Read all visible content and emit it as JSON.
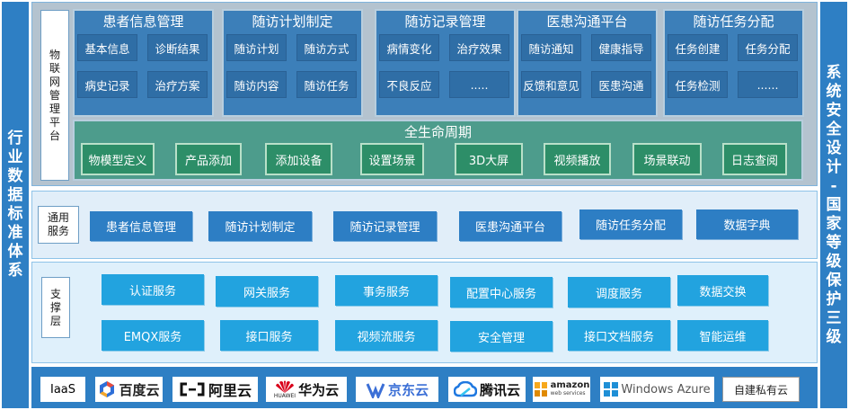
{
  "left_bar": "行业数据标准体系",
  "right_bar": "系统安全设计 - 国家等级保护三级",
  "iot": {
    "label": "物联网管理平台",
    "modules": [
      {
        "title": "患者信息管理",
        "items": [
          "基本信息",
          "诊断结果",
          "病史记录",
          "治疗方案"
        ]
      },
      {
        "title": "随访计划制定",
        "items": [
          "随访计划",
          "随访方式",
          "随访内容",
          "随访任务"
        ]
      },
      {
        "title": "随访记录管理",
        "items": [
          "病情变化",
          "治疗效果",
          "不良反应",
          "....."
        ]
      },
      {
        "title": "医患沟通平台",
        "items": [
          "随访通知",
          "健康指导",
          "反馈和意见",
          "医患沟通"
        ]
      },
      {
        "title": "随访任务分配",
        "items": [
          "任务创建",
          "任务分配",
          "任务检测",
          "......"
        ]
      }
    ],
    "lifecycle": {
      "title": "全生命周期",
      "items": [
        "物模型定义",
        "产品添加",
        "添加设备",
        "设置场景",
        "3D大屏",
        "视频播放",
        "场景联动",
        "日志查阅"
      ]
    }
  },
  "common": {
    "label": "通用服务",
    "items": [
      "患者信息管理",
      "随访计划制定",
      "随访记录管理",
      "医患沟通平台",
      "随访任务分配",
      "数据字典"
    ]
  },
  "support": {
    "label": "支撑层",
    "row1": [
      "认证服务",
      "网关服务",
      "事务服务",
      "配置中心服务",
      "调度服务",
      "数据交换"
    ],
    "row2": [
      "EMQX服务",
      "接口服务",
      "视频流服务",
      "安全管理",
      "接口文档服务",
      "智能运维"
    ]
  },
  "iaas": {
    "label": "IaaS",
    "providers": [
      {
        "icon": "baidu-cloud-icon",
        "name": "百度云"
      },
      {
        "icon": "aliyun-icon",
        "name": "阿里云"
      },
      {
        "icon": "huawei-icon",
        "name": "华为云",
        "sub": "HUAWEI"
      },
      {
        "icon": "jdcloud-icon",
        "name": "京东云"
      },
      {
        "icon": "tencent-cloud-icon",
        "name": "腾讯云"
      },
      {
        "icon": "aws-icon",
        "name": "amazon",
        "sub": "web services"
      },
      {
        "icon": "windows-icon",
        "name": "Windows Azure"
      },
      {
        "icon": "",
        "name": "自建私有云"
      }
    ]
  },
  "colors": {
    "side_bar": "#2e7fc4",
    "module_blue": "#3c7fb9",
    "lifecycle_green": "#4d9c8c",
    "common_button": "#2d7ec4",
    "support_button": "#22a3df"
  }
}
